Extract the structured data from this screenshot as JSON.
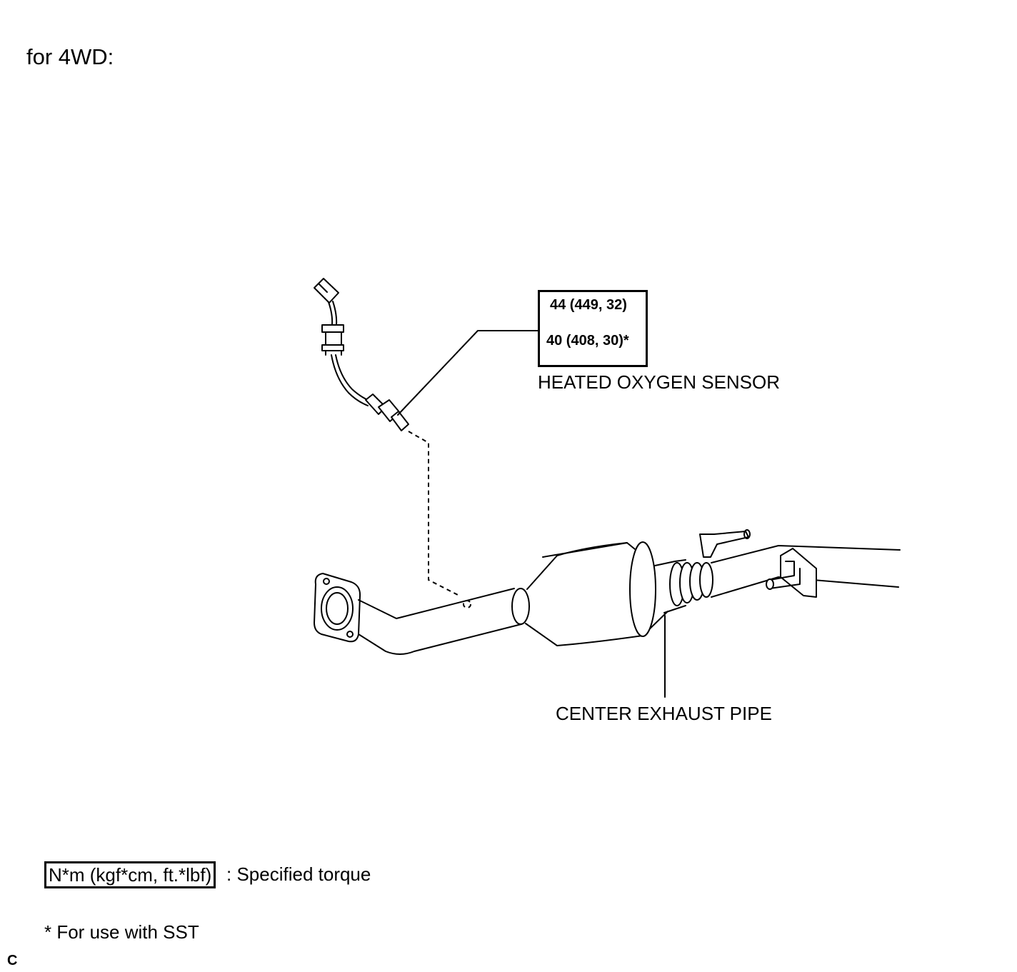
{
  "title": "for 4WD:",
  "torque_spec": {
    "line1": "44 (449, 32)",
    "line2": "40 (408, 30)*"
  },
  "labels": {
    "sensor": "HEATED OXYGEN SENSOR",
    "pipe": "CENTER EXHAUST PIPE"
  },
  "legend": {
    "box_text": "N*m (kgf*cm, ft.*lbf)",
    "text": ": Specified torque"
  },
  "note": "* For use with SST",
  "corner_code": "C"
}
